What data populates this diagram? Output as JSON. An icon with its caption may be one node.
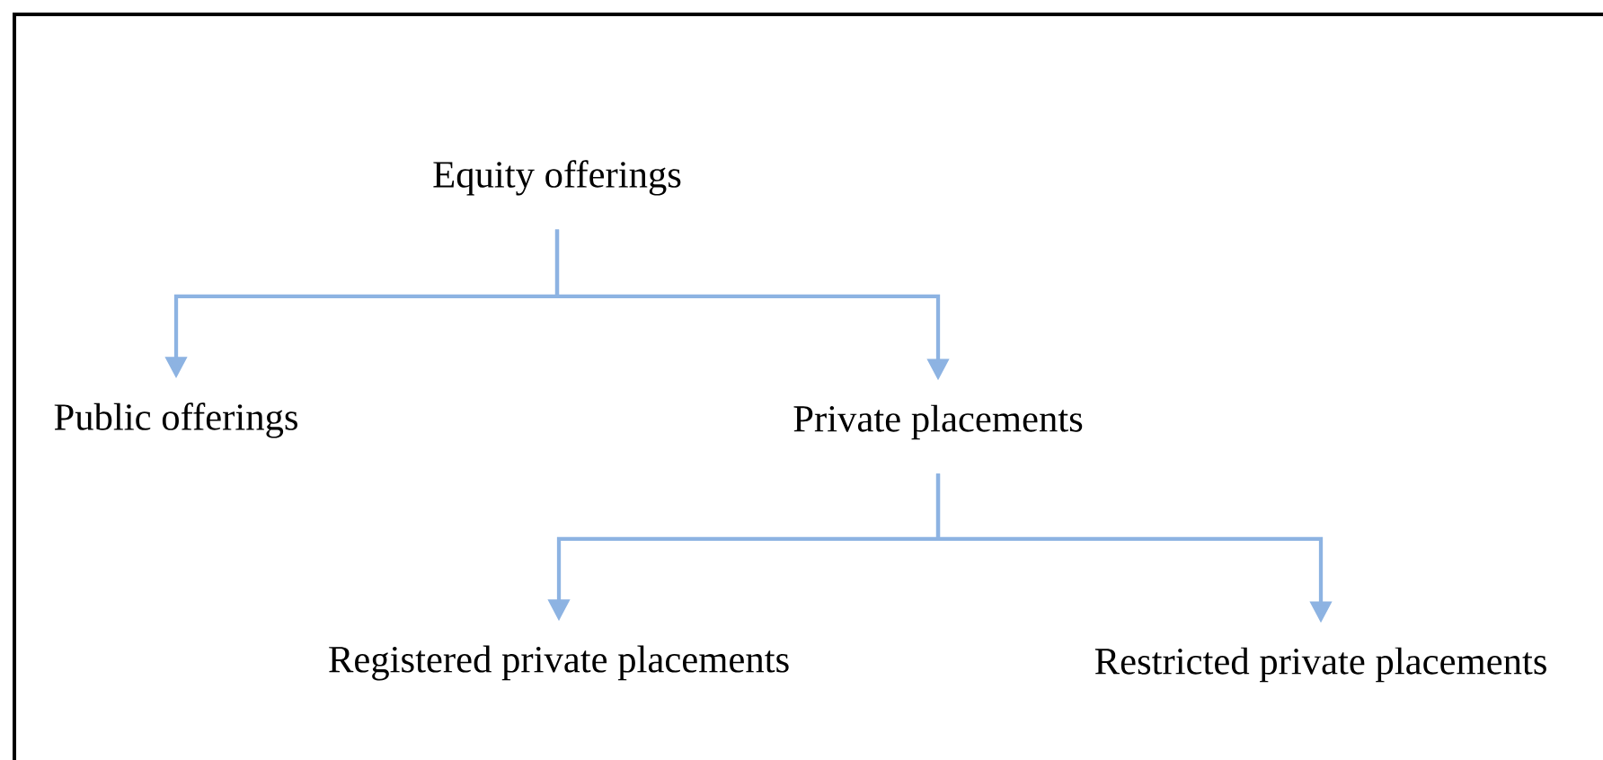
{
  "diagram": {
    "nodes": [
      {
        "text": [
          "Equity offerings"
        ]
      },
      {
        "text": [
          "Public offerings"
        ]
      },
      {
        "text": [
          "Private placements"
        ]
      },
      {
        "text": [
          "Registered private placements"
        ]
      },
      {
        "text": [
          "Restricted private placements"
        ]
      }
    ],
    "edges": [
      {
        "from": 0,
        "to": 1,
        "arrow": "to"
      },
      {
        "from": 0,
        "to": 2,
        "arrow": "to"
      },
      {
        "from": 2,
        "to": 3,
        "arrow": "to"
      },
      {
        "from": 2,
        "to": 4,
        "arrow": "to"
      }
    ]
  }
}
